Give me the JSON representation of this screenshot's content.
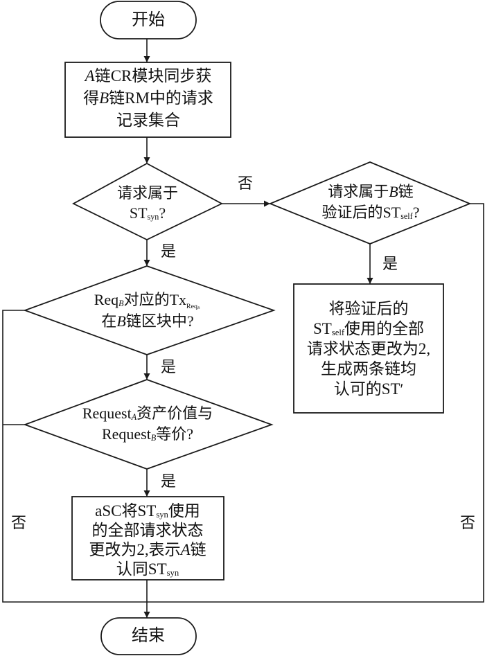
{
  "start": {
    "label": "开始"
  },
  "step1": {
    "chain_a": "A",
    "line1_rest": "链CR模块同步获",
    "line2_pre": "得",
    "chain_b": "B",
    "line2_rest": "链RM中的请求",
    "line3": "记录集合"
  },
  "d1": {
    "line1": "请求属于",
    "st": "ST",
    "sub": "syn",
    "q": "?"
  },
  "d2": {
    "req": "Req",
    "req_sub": "B",
    "mid": "对应的Tx",
    "tx_sub": "Req",
    "tx_sub2": "B",
    "line2_pre": "在",
    "chain_b": "B",
    "line2_rest": "链区块中?"
  },
  "d3": {
    "request": "Request",
    "sub_a": "A",
    "line1_rest": "资产价值与",
    "request2": "Request",
    "sub_b": "B",
    "line2_rest": "等价?"
  },
  "step2": {
    "l1_pre": "aSC将ST",
    "l1_sub": "syn",
    "l1_rest": "使用",
    "line2": "的全部请求状态",
    "l3_pre": "更改为2,表示",
    "chain_a": "A",
    "l3_rest": "链",
    "l4_pre": "认同ST",
    "l4_sub": "syn"
  },
  "d4": {
    "l1_pre": "请求属于",
    "chain_b": "B",
    "l1_rest": "链",
    "l2_pre": "验证后的ST",
    "l2_sub": "self",
    "q": "?"
  },
  "step3": {
    "line1": "将验证后的",
    "l2_pre": "ST",
    "l2_sub": "self",
    "l2_rest": "使用的全部",
    "line3": "请求状态更改为2,",
    "line4": "生成两条链均",
    "l5_pre": "认可的ST",
    "prime": "′"
  },
  "end": {
    "label": "结束"
  },
  "edge_labels": {
    "yes": "是",
    "no": "否"
  }
}
